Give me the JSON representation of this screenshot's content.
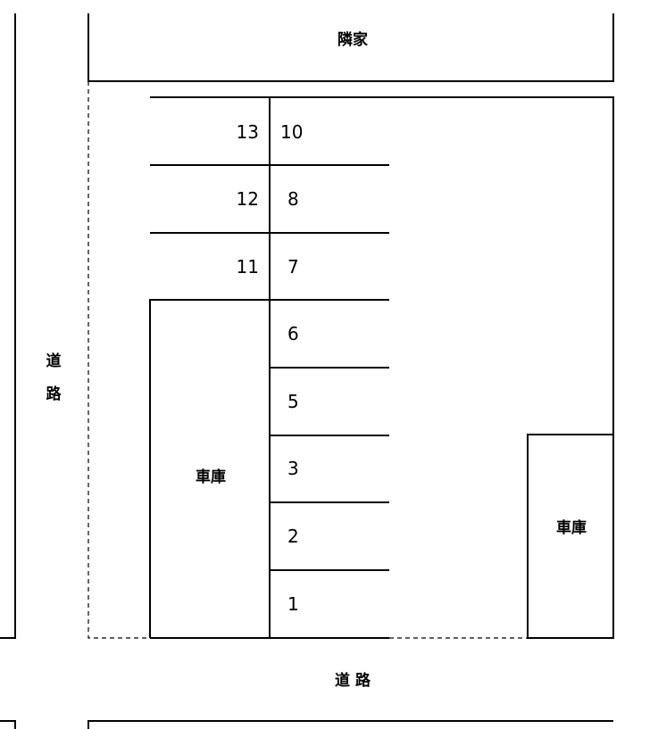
{
  "labels": {
    "neighbor": "隣家",
    "road_left_1": "道",
    "road_left_2": "路",
    "road_bottom": "道 路",
    "garage_left": "車庫",
    "garage_right": "車庫"
  },
  "spaces_left": [
    "13",
    "12",
    "11"
  ],
  "spaces_right": [
    "10",
    "8",
    "7",
    "6",
    "5",
    "3",
    "2",
    "1"
  ],
  "colors": {
    "line": "#000000",
    "background": "#ffffff"
  }
}
